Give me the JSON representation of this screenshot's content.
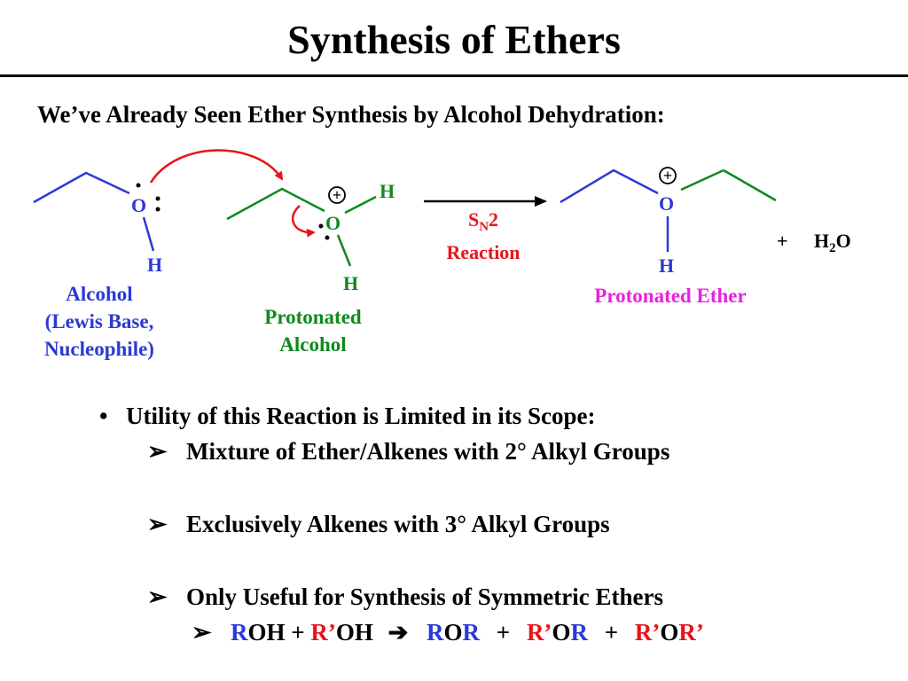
{
  "title": "Synthesis of Ethers",
  "subtitle": "We’ve Already Seen Ether Synthesis by Alcohol Dehydration:",
  "colors": {
    "blue": "#2b39d6",
    "green": "#0e8a1e",
    "red": "#e8141b",
    "magenta": "#ea1fe0",
    "black": "#000000"
  },
  "scheme": {
    "alcohol": {
      "oxygen": "O",
      "hydrogen": "H",
      "caption": [
        "Alcohol",
        "(Lewis Base,",
        "Nucleophile)"
      ]
    },
    "protonated_alcohol": {
      "oxygen": "O",
      "hydrogen_top": "H",
      "hydrogen_bottom": "H",
      "charge": "+",
      "caption": [
        "Protonated",
        "Alcohol"
      ]
    },
    "arrow": {
      "label_s": "S",
      "label_sub": "N",
      "label_num": "2",
      "label_line2": "Reaction"
    },
    "protonated_ether": {
      "oxygen": "O",
      "hydrogen": "H",
      "charge": "+",
      "caption": "Protonated Ether"
    },
    "byproduct": {
      "plus": "+",
      "h": "H",
      "sub": "2",
      "o": "O"
    }
  },
  "bullets": {
    "main_marker": "•",
    "main": "Utility of this Reaction is Limited in its Scope:",
    "sub_marker": "➢",
    "items": [
      "Mixture of Ether/Alkenes with 2° Alkyl Groups",
      "Exclusively Alkenes with 3° Alkyl Groups",
      "Only Useful for Synthesis of Symmetric Ethers"
    ],
    "equation_marker": "➢",
    "equation_arrow": "➔",
    "equation": {
      "t1": "R",
      "t2": "OH + ",
      "t3": "R’",
      "t4": "OH",
      "p1a": "R",
      "p1b": "O",
      "p1c": "R",
      "plus1": "+",
      "p2a": "R’",
      "p2b": "O",
      "p2c": "R",
      "plus2": "+",
      "p3a": "R’",
      "p3b": "O",
      "p3c": "R’"
    }
  }
}
